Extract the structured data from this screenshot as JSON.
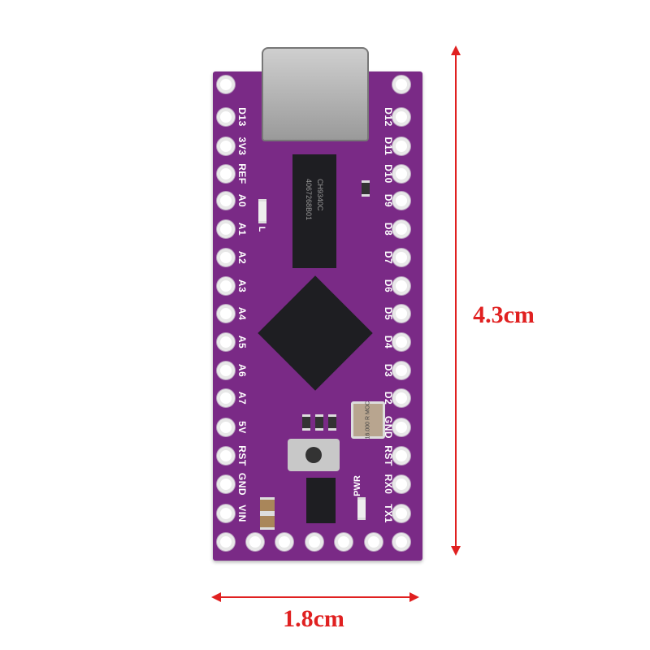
{
  "dimensions": {
    "height": "4.3cm",
    "width": "1.8cm"
  },
  "left_pins": [
    "D13",
    "3V3",
    "REF",
    "A0",
    "A1",
    "A2",
    "A3",
    "A4",
    "A5",
    "A6",
    "A7",
    "5V",
    "RST",
    "GND",
    "VIN"
  ],
  "right_pins": [
    "D12",
    "D11",
    "D10",
    "D9",
    "D8",
    "D7",
    "D6",
    "D5",
    "D4",
    "D3",
    "D2",
    "GND",
    "RST",
    "RX0",
    "TX1"
  ],
  "usb_chip": {
    "line1": "CH9340C",
    "line2": "4067268B01"
  },
  "crystal": "16.000 R MOC",
  "silkscreen": {
    "pwr": "PWR",
    "led": "L"
  },
  "colors": {
    "board": "#7a2a86",
    "dimension": "#e02020"
  }
}
